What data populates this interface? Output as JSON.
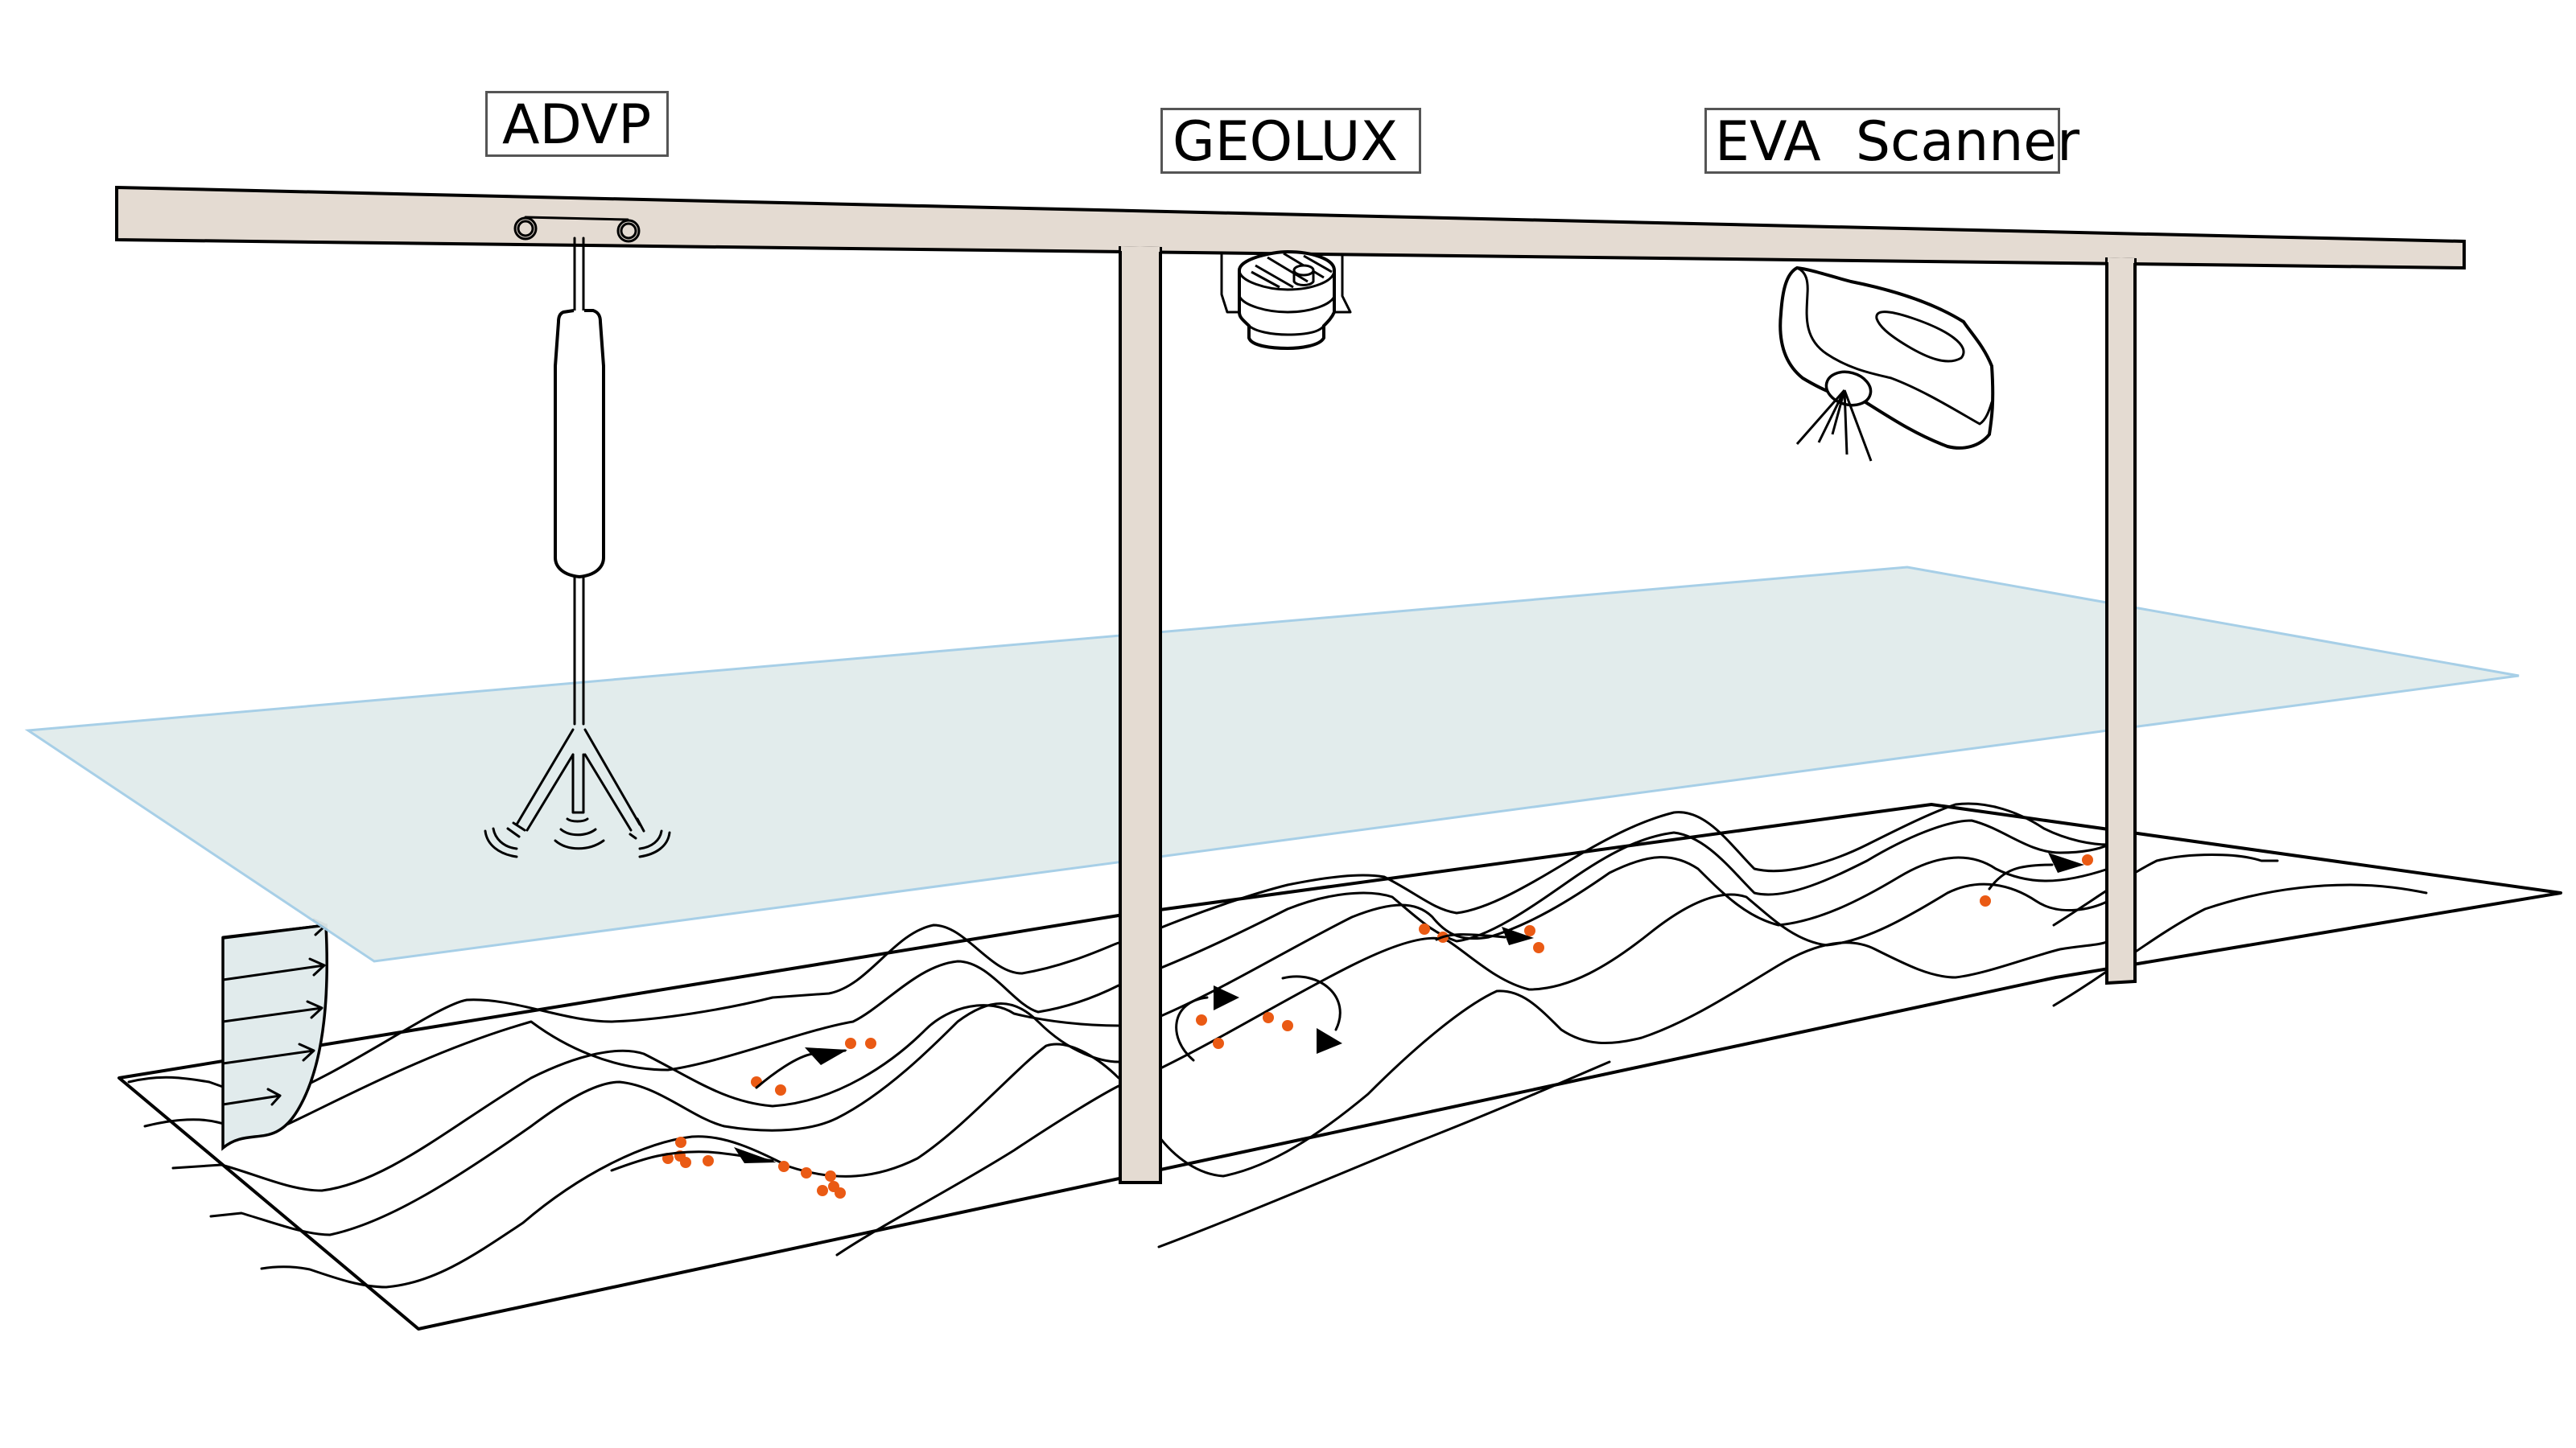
{
  "figure": {
    "type": "schematic",
    "subject": "flume experiment with sediment bed forms and three instruments on a carriage",
    "instruments": [
      {
        "id": "advp",
        "label": "ADVP",
        "icon": "acoustic-doppler-velocity-profiler-icon"
      },
      {
        "id": "geolux",
        "label": "GEOLUX",
        "icon": "radar-sensor-icon"
      },
      {
        "id": "eva",
        "label": "EVA  Scanner",
        "icon": "handheld-3d-scanner-icon"
      }
    ],
    "elements": {
      "carriage": "instrument-carriage-beam",
      "water_surface": "water-surface-plane",
      "bed": "dune-bed-surface",
      "velocity_profile": "velocity-profile",
      "particles": "sediment-particles",
      "flow_paths": "particle-trajectory-arrows"
    },
    "colors": {
      "carriage": "#e4dbd2",
      "water": "#e1ebec",
      "water_edge": "#a3cde6",
      "particles": "#ea5a14",
      "ink": "#000000"
    }
  }
}
